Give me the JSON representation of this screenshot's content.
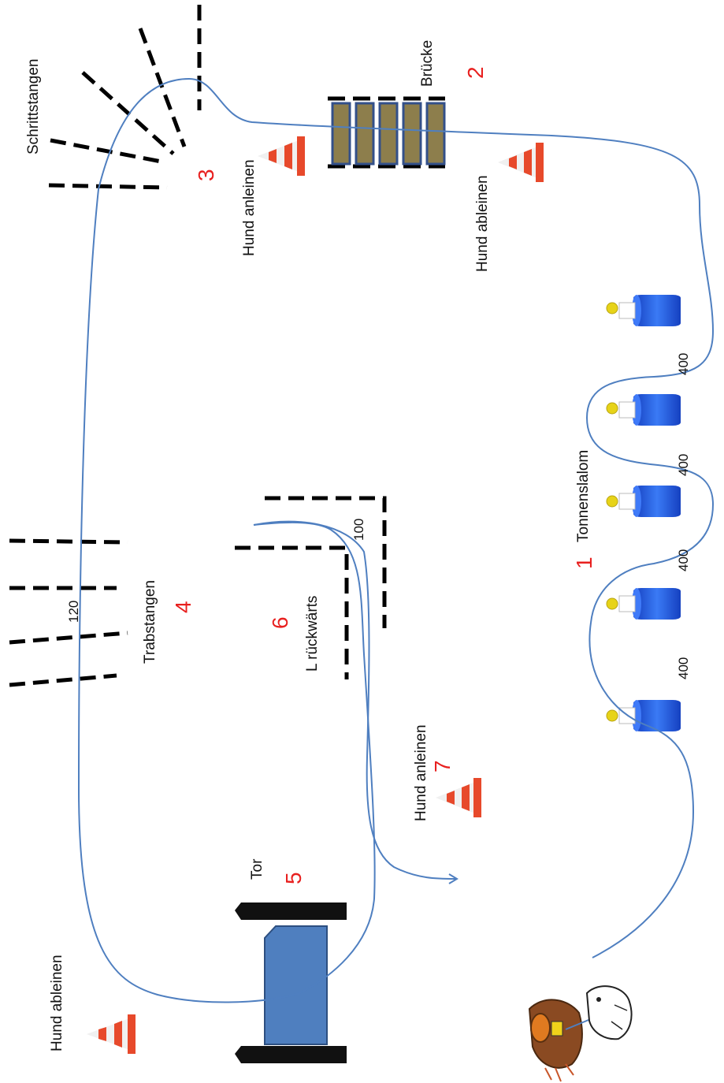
{
  "course": {
    "stations": {
      "s1": {
        "number": "1",
        "label": "Tonnenslalom"
      },
      "s2": {
        "number": "2",
        "label": "Brücke"
      },
      "s3": {
        "number": "3",
        "label": "Schrittstangen"
      },
      "s4": {
        "number": "4",
        "label": "Trabstangen"
      },
      "s5": {
        "number": "5",
        "label": "Tor"
      },
      "s6": {
        "number": "6",
        "label": "L rückwärts"
      },
      "s7": {
        "number": "7",
        "label": "Hund anleinen"
      }
    },
    "cone_labels": {
      "anleinen_top": "Hund anleinen",
      "ableinen_top": "Hund ableinen",
      "ableinen_bottom": "Hund ableinen"
    },
    "distances": {
      "slalom_1": "400",
      "slalom_2": "400",
      "slalom_3": "400",
      "slalom_4": "400",
      "trab": "120",
      "l_shape": "100"
    },
    "colors": {
      "path": "#4f7fc0",
      "number": "#e8201f",
      "barrel": "#1f5be0",
      "bridge_plank": "#8d7e4c",
      "gate": "#4f7fbf",
      "cone_stripe": "#e7492b"
    }
  }
}
